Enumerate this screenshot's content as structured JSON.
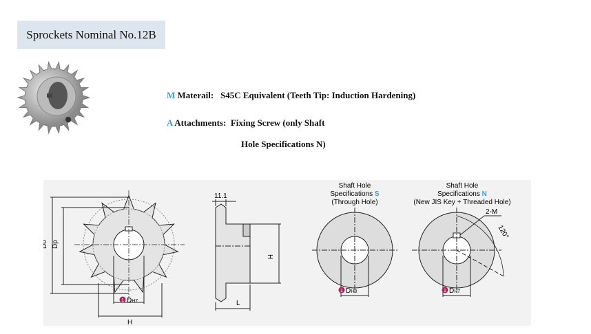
{
  "title": "Sprockets Nominal No.12B",
  "specs": {
    "material": {
      "letter": "M",
      "label": "Materail:",
      "value": "S45C Equivalent (Teeth Tip: Induction Hardening)"
    },
    "attachments": {
      "letter": "A",
      "label": "Attachments:",
      "value_line1": "Fixing Screw (only Shaft",
      "value_line2": "Hole Specifications N)"
    }
  },
  "diagram": {
    "front": {
      "do": "Do",
      "dp": "Dp",
      "d_mark": "1",
      "d": "D",
      "d_tol": "H7",
      "h": "H"
    },
    "side": {
      "width": "11.1",
      "h": "H",
      "l": "L"
    },
    "spec_s": {
      "line1": "Shaft Hole",
      "line2": "Specifications ",
      "letter": "S",
      "line3": "(Through Hole)",
      "d_mark": "1",
      "d": "D",
      "d_tol": "H8"
    },
    "spec_n": {
      "line1": "Shaft Hole",
      "line2": "Specifications ",
      "letter": "N",
      "line3": "(New JIS Key + Threaded Hole)",
      "m": "2-M",
      "angle": "120°",
      "d_mark": "1",
      "d": "D",
      "d_tol": "H7"
    }
  },
  "colors": {
    "accent": "#3aa0d8",
    "marker": "#b0205a"
  }
}
